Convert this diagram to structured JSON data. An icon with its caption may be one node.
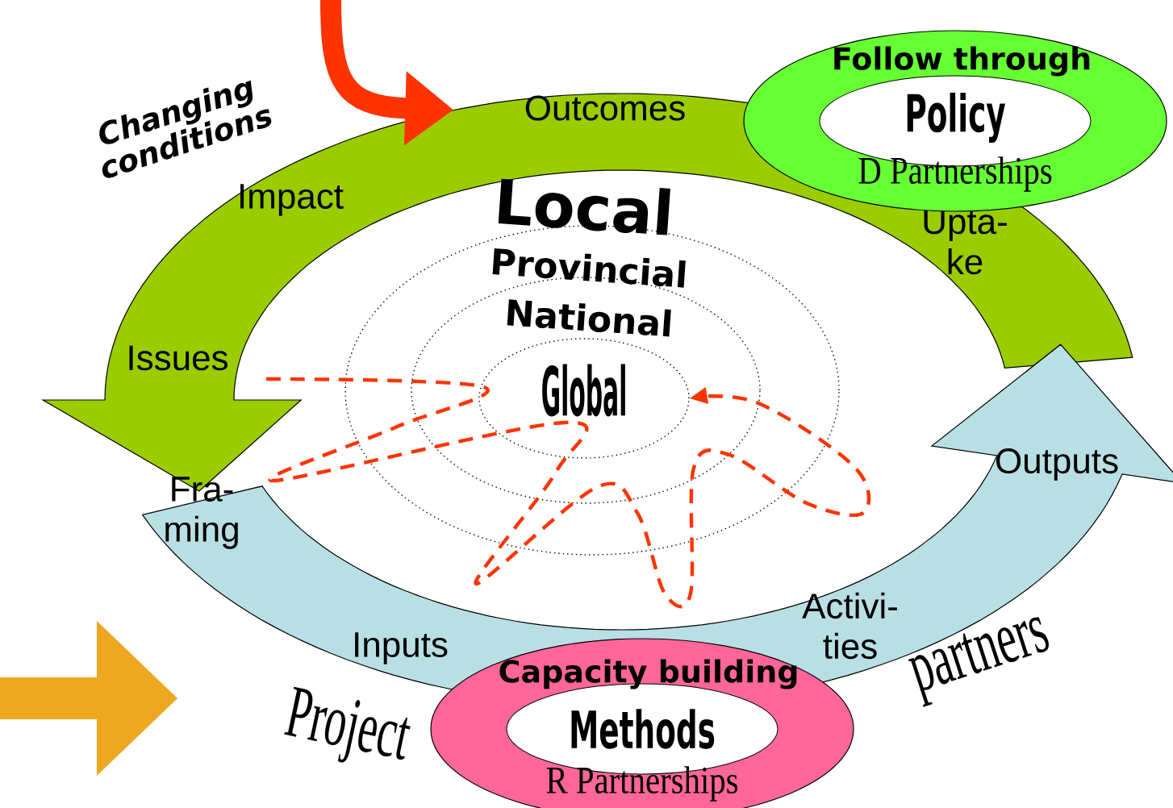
{
  "diagram": {
    "nodes": [
      {
        "text": [
          "Outcomes",
          "Impact",
          "Upta- ke",
          "Issues"
        ]
      },
      {
        "text": [
          "Outputs",
          "Fra- ming",
          "Activi- ties",
          "Inputs"
        ]
      },
      {
        "text": [
          "Local"
        ]
      },
      {
        "text": [
          "Provincial"
        ]
      },
      {
        "text": [
          "National"
        ],
        "in": 3
      },
      {
        "text": [
          "Global"
        ],
        "in": 4
      },
      {
        "text": [
          "Follow through",
          "Policy",
          "D Partnerships"
        ]
      },
      {
        "text": [
          "Capacity building",
          "Methods",
          "R Partnerships"
        ]
      }
    ],
    "edges": [
      {
        "from": null,
        "to": 5,
        "arrow": "to",
        "style": "dashed",
        "color": "#ff3300"
      },
      {
        "from": null,
        "to": 0,
        "arrow": "to",
        "style": "thick",
        "color": "#ff3300"
      }
    ],
    "labels": [
      "Changing conditions",
      "Project",
      "partners"
    ]
  }
}
